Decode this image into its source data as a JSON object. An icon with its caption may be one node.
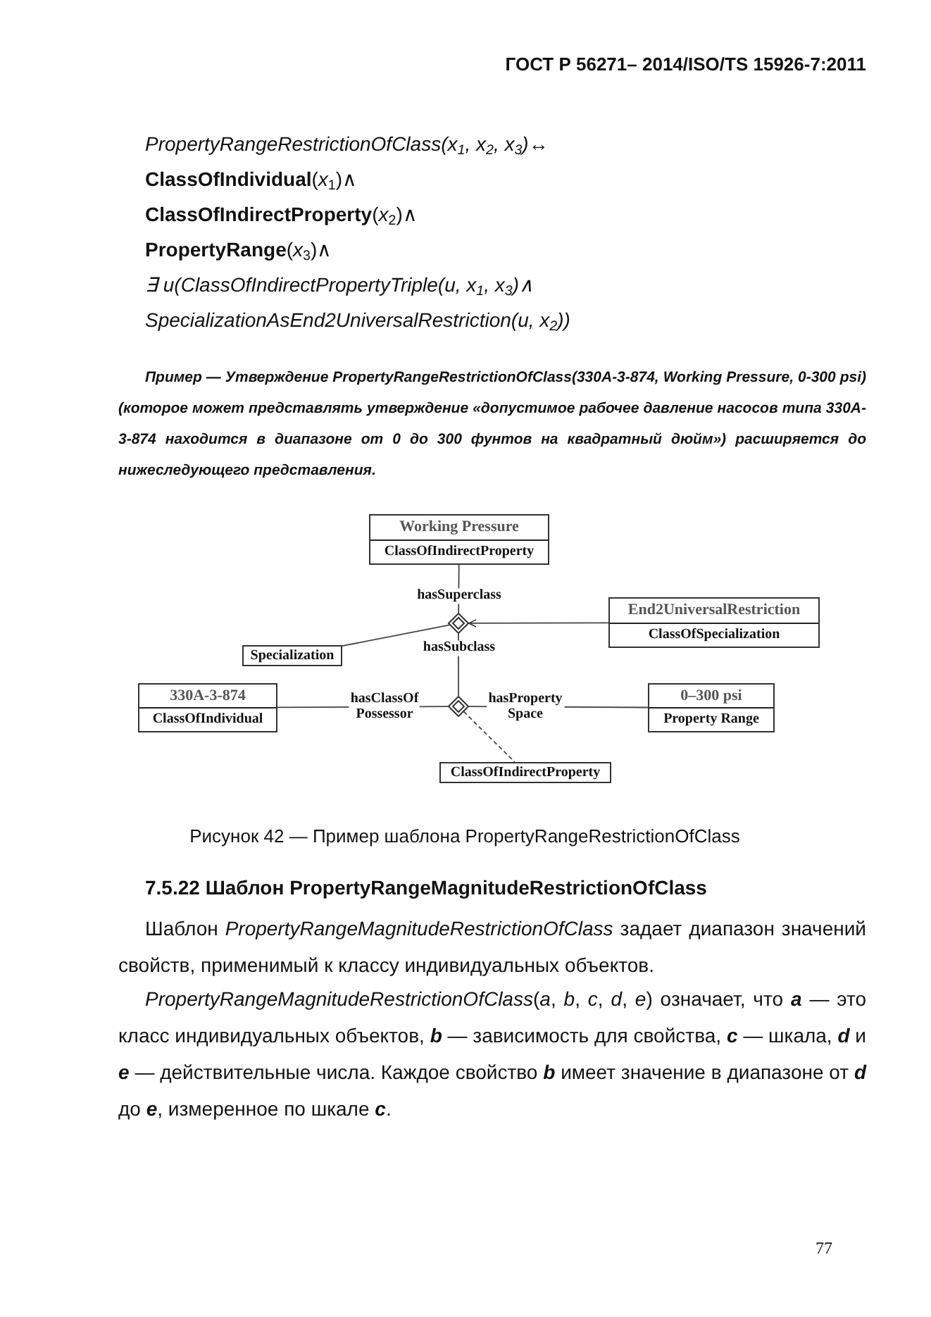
{
  "diagram": {
    "caption": "Рисунок 42 — Пример шаблона PropertyRangeRestrictionOfClass",
    "nodes": [
      {
        "text": [
          "Working Pressure",
          "ClassOfIndirectProperty"
        ]
      },
      {
        "text": [
          "End2UniversalRestriction",
          "ClassOfSpecialization"
        ]
      },
      {
        "text": [],
        "shape": "diamond"
      },
      {
        "text": [
          "Specialization"
        ]
      },
      {
        "text": [
          "330A-3-874",
          "ClassOfIndividual"
        ]
      },
      {
        "text": [],
        "shape": "diamond"
      },
      {
        "text": [
          "0–300 psi",
          "Property Range"
        ]
      },
      {
        "text": [
          "ClassOfIndirectProperty"
        ]
      }
    ],
    "edges": [
      {
        "from": 0,
        "to": 2,
        "arrow": "none",
        "label": "hasSuperclass"
      },
      {
        "from": 1,
        "to": 2,
        "arrow": "to"
      },
      {
        "from": 3,
        "to": 2,
        "arrow": "none"
      },
      {
        "from": 2,
        "to": 5,
        "arrow": "none",
        "label": "hasSubclass"
      },
      {
        "from": 4,
        "to": 5,
        "arrow": "none",
        "label": "hasClassOf Possessor"
      },
      {
        "from": 5,
        "to": 6,
        "arrow": "none",
        "label": "hasProperty Space"
      },
      {
        "from": 5,
        "to": 7,
        "arrow": "none",
        "style": "dashed"
      }
    ],
    "labels": [
      "ГОСТ Р 56271– 2014/ISO/TS 15926-7:2011",
      "PropertyRangeRestrictionOfClass(x$_{1}$, x$_{2}$, x$_{3}$)↔",
      "**ClassOfIndividual**(*x*$_{1}$)∧",
      "**ClassOfIndirectProperty**(*x*$_{2}$)∧",
      "**PropertyRange**(*x*$_{3}$)∧",
      "∃ u(ClassOfIndirectPropertyTriple(u, x$_{1}$, x$_{3}$)∧",
      "SpecializationAsEnd2UniversalRestriction(u, x$_{2}$))",
      "Пример — Утверждение PropertyRangeRestrictionOfClass(330A-3-874, Working Pressure, 0-300 psi) (которое может представлять утверждение «допустимое рабочее давление насосов типа 330A-3-874 находится в диапазоне от 0 до 300 фунтов на квадратный дюйм») расширяется до нижеследующего представления.",
      "7.5.22 Шаблон PropertyRangeMagnitudeRestrictionOfClass",
      "Шаблон *PropertyRangeMagnitudeRestrictionOfClass* задает диапазон значений свойств, применимый к классу индивидуальных объектов.",
      "*PropertyRangeMagnitudeRestrictionOfClass*(*a*, *b*, *c*, *d*, *e*) означает, что **a** — это класс индивидуальных объектов, **b** — зависимость для свойства, **c** — шкала, **d** и **e** — действительные числа. Каждое свойство **b** имеет значение в диапазоне от **d** до **e**, измеренное по шкале **c**.",
      "77"
    ]
  }
}
